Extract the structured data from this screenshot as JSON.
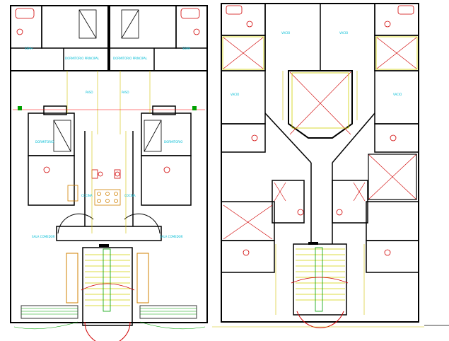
{
  "drawing": {
    "background": "#ffffff",
    "colors": {
      "wall": "#000000",
      "room_label": "#00bcd4",
      "hatch": "#00a000",
      "dimension": "#d0c000",
      "sanitary": "#d00000",
      "axis": "#ff0000",
      "stair": "#d0d000",
      "fixture_outline": "#6a0dad"
    }
  },
  "left_plan": {
    "labels": {
      "dorm_principal": "DORMITORIO PRINCIPAL",
      "dorm_principal_2": "DORMITORIO PRINCIPAL",
      "bano_left": "SSHH",
      "bano_right": "SSHH",
      "pasadizo_left": "PASO",
      "pasadizo_right": "PASO",
      "dorm_left": "DORMITORIO",
      "dorm_right": "DORMITORIO",
      "cocina_left": "COCINA",
      "cocina_right": "COCINA",
      "sala_left": "SALA COMEDOR",
      "sala_right": "SALA COMEDOR"
    }
  },
  "right_plan": {
    "labels": {
      "vacio_1": "VACIO",
      "vacio_2": "VACIO",
      "vacio_3": "VACIO",
      "vacio_4": "VACIO"
    }
  }
}
